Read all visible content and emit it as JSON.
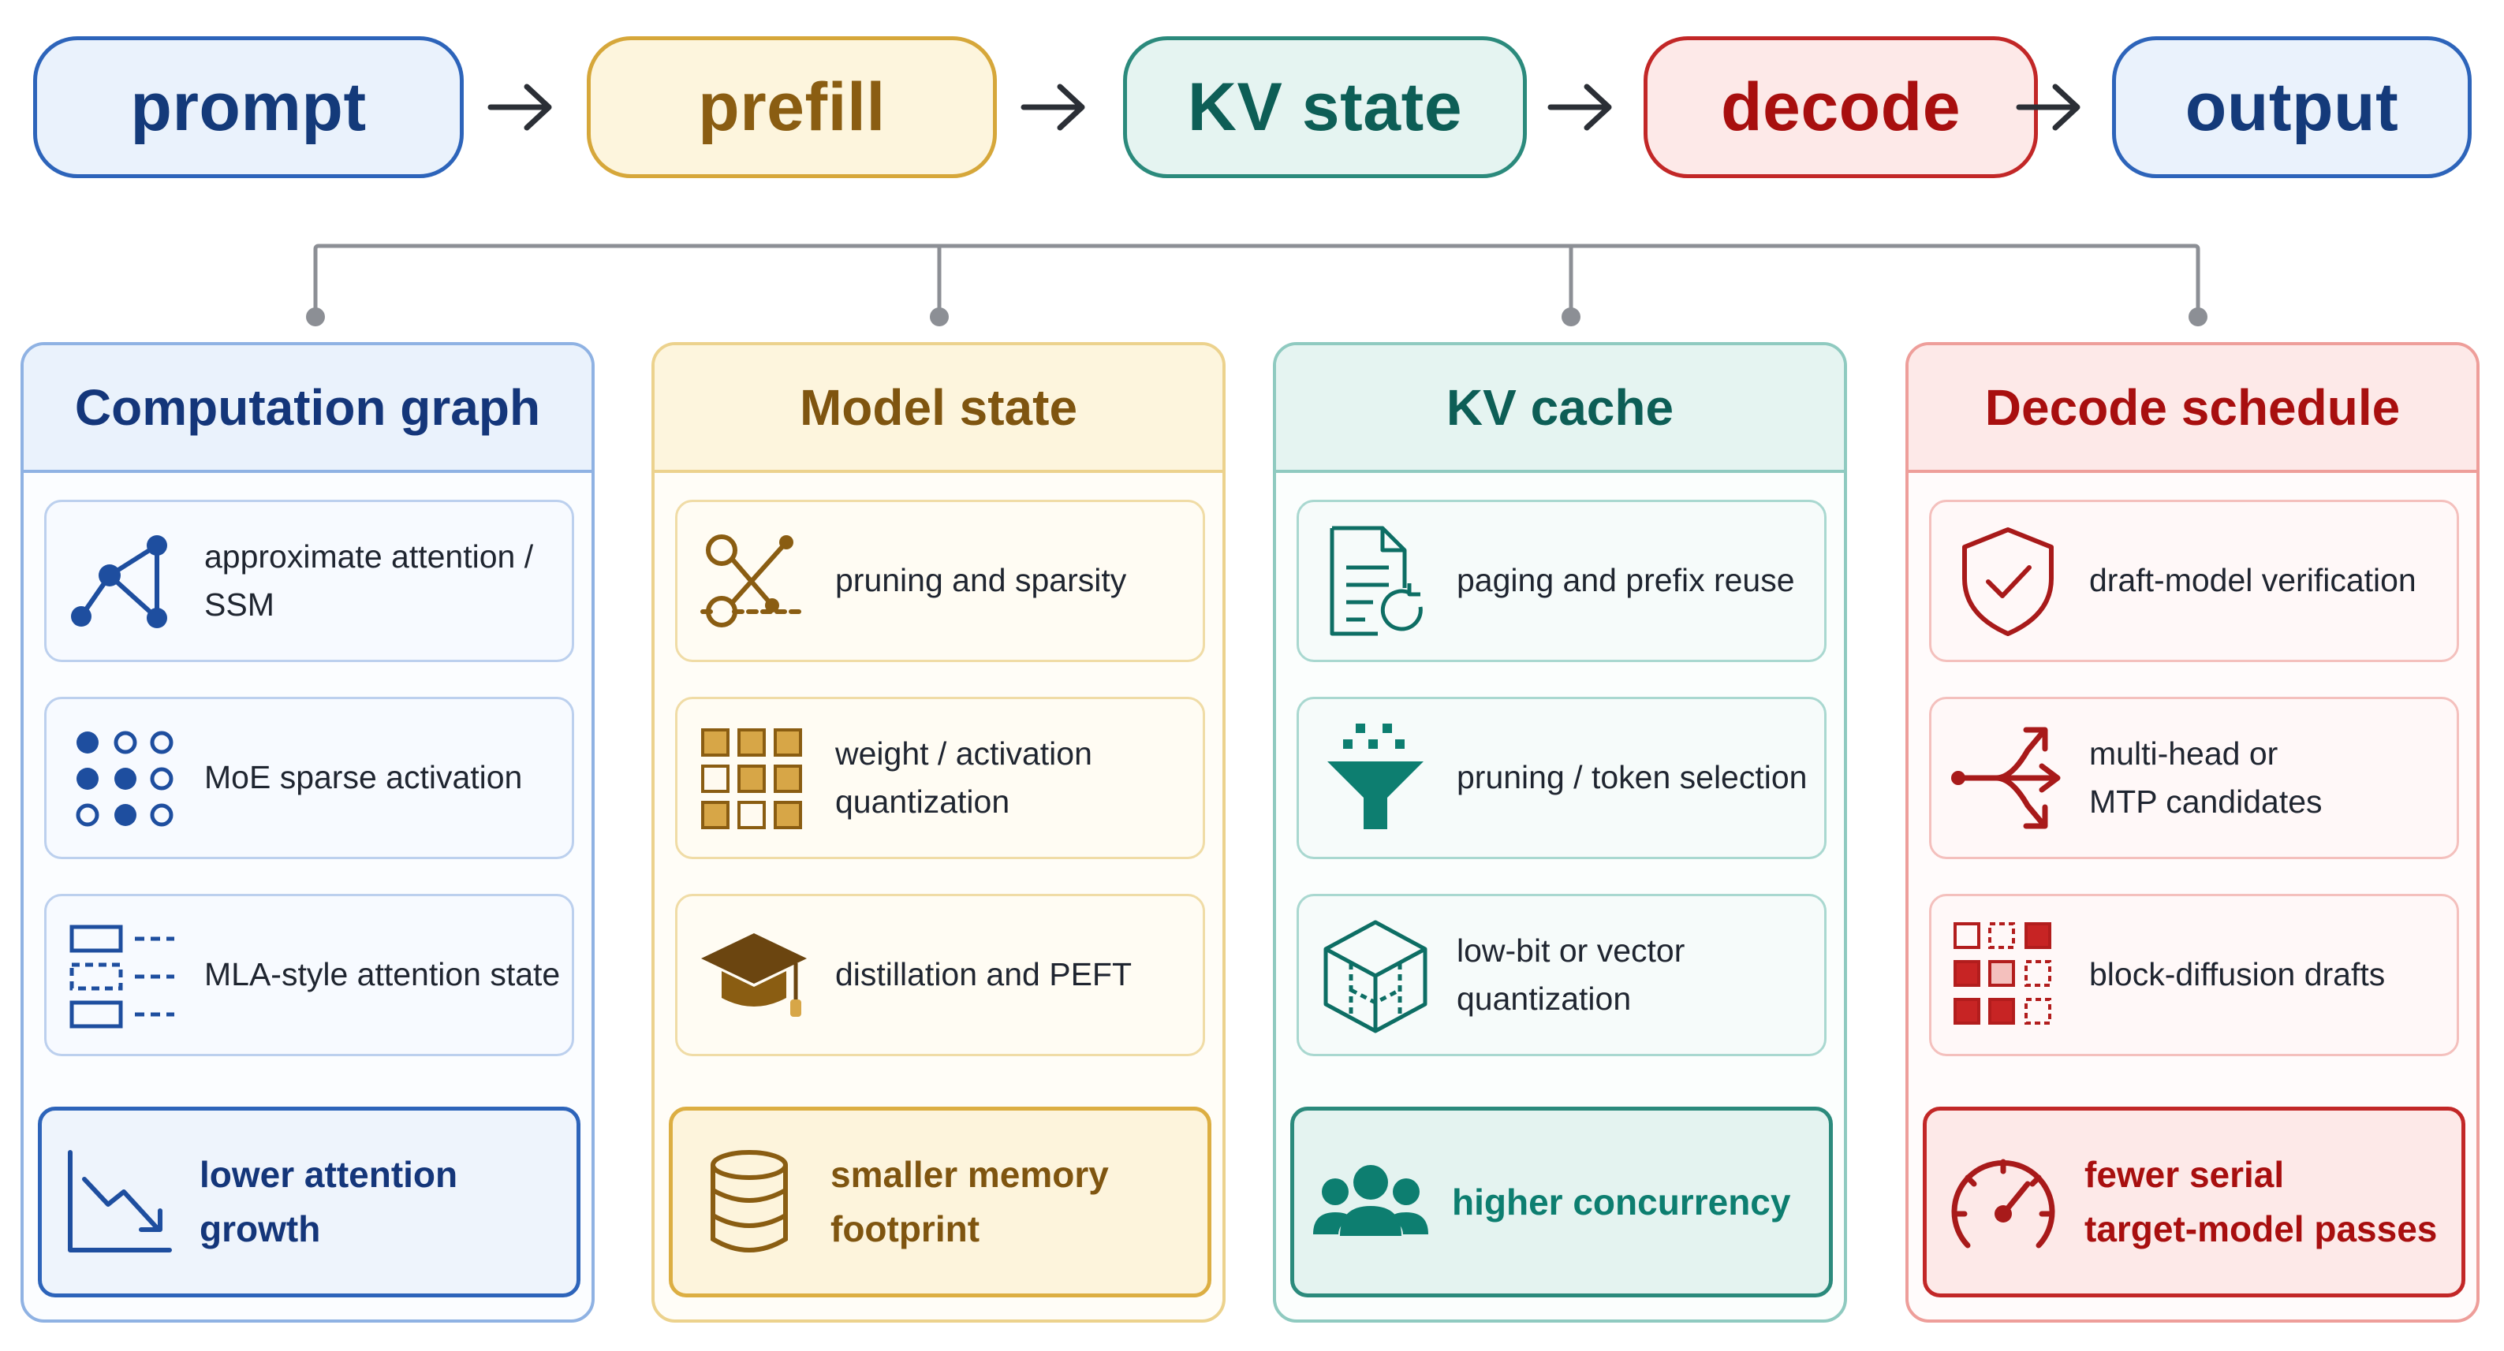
{
  "pipeline": {
    "stages": [
      "prompt",
      "prefill",
      "KV state",
      "decode",
      "output"
    ]
  },
  "columns": [
    {
      "title": "Computation graph",
      "items": [
        {
          "label": "approximate attention / SSM",
          "icon": "graph-nodes-icon"
        },
        {
          "label": "MoE sparse activation",
          "icon": "dot-grid-icon"
        },
        {
          "label": "MLA-style attention state",
          "icon": "stacked-boxes-icon"
        }
      ],
      "result": {
        "label": "lower attention growth",
        "icon": "trend-down-icon"
      }
    },
    {
      "title": "Model state",
      "items": [
        {
          "label": "pruning and sparsity",
          "icon": "scissors-icon"
        },
        {
          "label": "weight / activation\nquantization",
          "icon": "quantization-grid-icon"
        },
        {
          "label": "distillation and PEFT",
          "icon": "graduation-cap-icon"
        }
      ],
      "result": {
        "label": "smaller memory footprint",
        "icon": "database-icon"
      }
    },
    {
      "title": "KV cache",
      "items": [
        {
          "label": "paging and prefix reuse",
          "icon": "document-refresh-icon"
        },
        {
          "label": "pruning / token selection",
          "icon": "funnel-icon"
        },
        {
          "label": "low-bit or vector\nquantization",
          "icon": "cube-icon"
        }
      ],
      "result": {
        "label": "higher concurrency",
        "icon": "users-icon"
      }
    },
    {
      "title": "Decode schedule",
      "items": [
        {
          "label": "draft-model verification",
          "icon": "shield-check-icon"
        },
        {
          "label": "multi-head or\nMTP candidates",
          "icon": "branching-arrows-icon"
        },
        {
          "label": "block-diffusion drafts",
          "icon": "block-grid-icon"
        }
      ],
      "result": {
        "label": "fewer serial\ntarget-model passes",
        "icon": "speedometer-icon"
      }
    }
  ],
  "colors": {
    "blue": "#2d64ba",
    "yellow": "#d6a73a",
    "teal": "#2b8a7c",
    "red": "#c22727"
  }
}
